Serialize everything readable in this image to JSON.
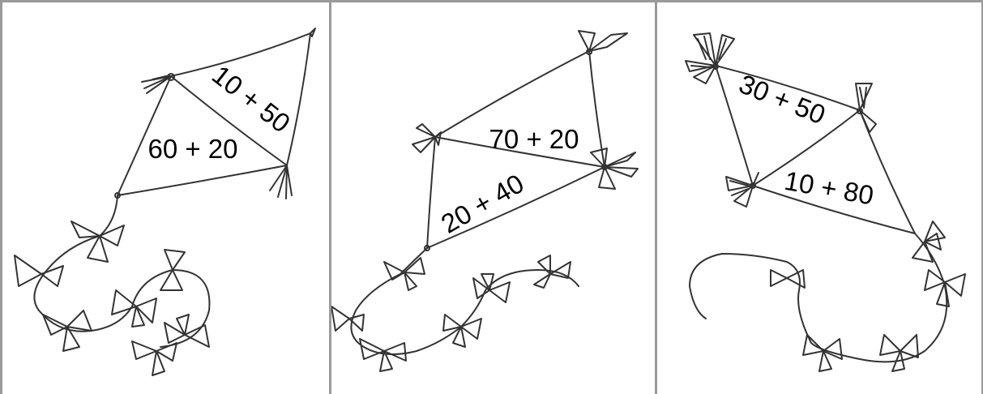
{
  "kites": [
    {
      "name": "kite-1",
      "expressions": [
        {
          "id": "top",
          "text": "10 + 50"
        },
        {
          "id": "bottom",
          "text": "60 + 20"
        }
      ]
    },
    {
      "name": "kite-2",
      "expressions": [
        {
          "id": "top",
          "text": "70 + 20"
        },
        {
          "id": "bottom",
          "text": "20 + 40"
        }
      ]
    },
    {
      "name": "kite-3",
      "expressions": [
        {
          "id": "top",
          "text": "30 + 50"
        },
        {
          "id": "bottom",
          "text": "10 + 80"
        }
      ]
    }
  ]
}
